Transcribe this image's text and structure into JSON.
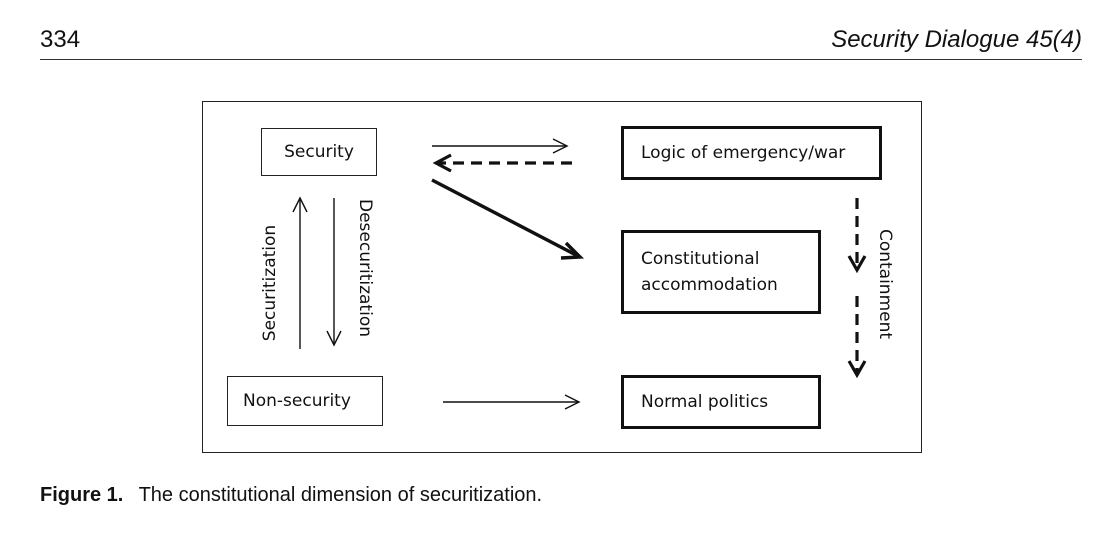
{
  "header": {
    "page_number": "334",
    "journal": "Security Dialogue 45(4)"
  },
  "figure": {
    "boxes": {
      "security": "Security",
      "non_security": "Non-security",
      "logic": "Logic of emergency/war",
      "accommodation_line1": "Constitutional",
      "accommodation_line2": "accommodation",
      "normal": "Normal politics"
    },
    "labels": {
      "securitization": "Securitization",
      "desecuritization": "Desecuritization",
      "containment": "Containment"
    }
  },
  "caption": {
    "label": "Figure 1.",
    "text": "The constitutional dimension of securitization."
  }
}
